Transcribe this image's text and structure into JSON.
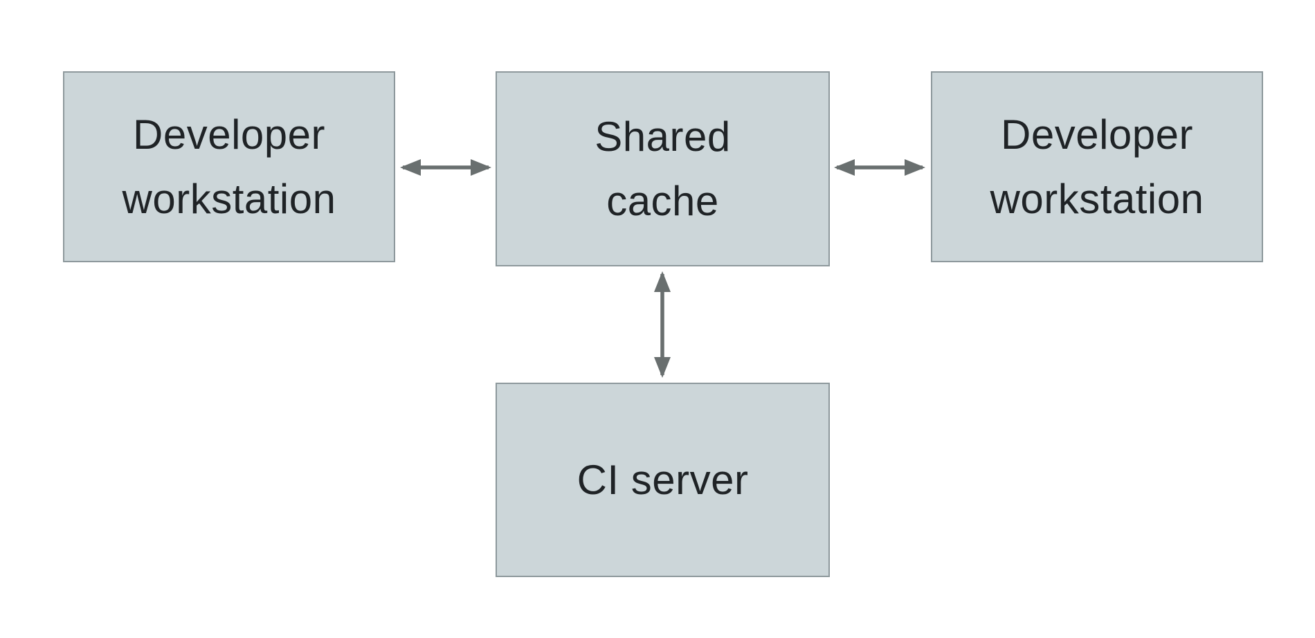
{
  "diagram": {
    "type": "architecture-diagram",
    "colors": {
      "background": "#ffffff",
      "node_fill": "#ccd6d9",
      "node_border": "#8d989c",
      "arrow_color": "#696f6f",
      "text_color": "#1f2326"
    },
    "nodes": [
      {
        "id": "developer-workstation-left",
        "lines": [
          "Developer",
          "workstation"
        ]
      },
      {
        "id": "shared-cache",
        "lines": [
          "Shared",
          "cache"
        ]
      },
      {
        "id": "developer-workstation-right",
        "lines": [
          "Developer",
          "workstation"
        ]
      },
      {
        "id": "ci-server",
        "lines": [
          "CI server"
        ]
      }
    ],
    "edges": [
      {
        "from": "developer-workstation-left",
        "to": "shared-cache",
        "style": "bidirectional-arrow"
      },
      {
        "from": "shared-cache",
        "to": "developer-workstation-right",
        "style": "bidirectional-arrow"
      },
      {
        "from": "shared-cache",
        "to": "ci-server",
        "style": "bidirectional-arrow"
      }
    ]
  }
}
